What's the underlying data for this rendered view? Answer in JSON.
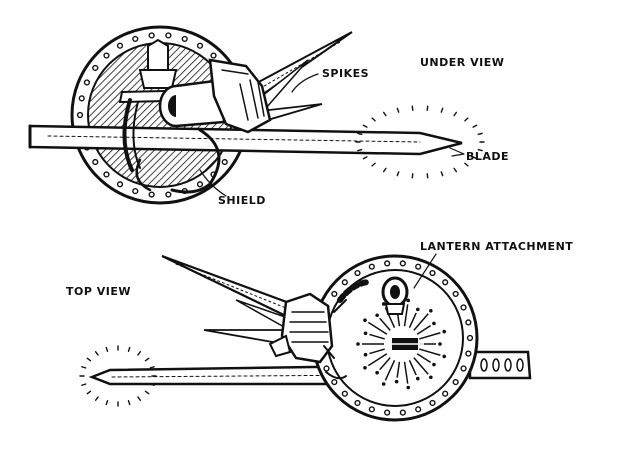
{
  "labels": {
    "under_view": "UNDER VIEW",
    "spikes": "SPIKES",
    "blade": "BLADE",
    "shield": "SHIELD",
    "lantern_attachment": "LANTERN ATTACHMENT",
    "top_view": "TOP VIEW"
  },
  "colors": {
    "ink": "#111111",
    "paper": "#ffffff"
  }
}
